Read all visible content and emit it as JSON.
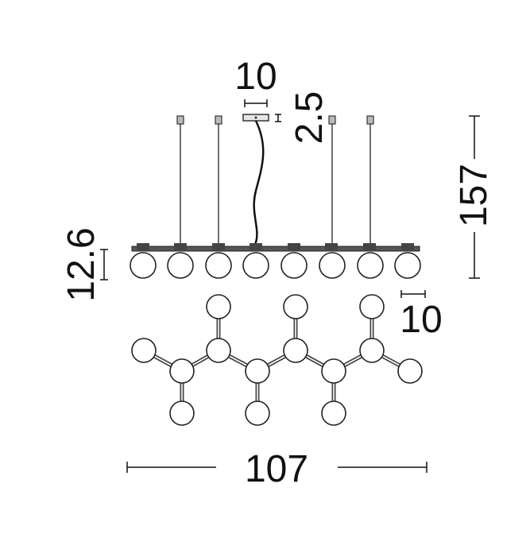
{
  "dimensions": {
    "canopy_width": "10",
    "canopy_height": "2.5",
    "total_height": "157",
    "globe_height": "12.6",
    "globe_width": "10",
    "total_length": "107"
  },
  "colors": {
    "line": "#111111",
    "globe_stroke": "#222222",
    "globe_fill": "#ffffff",
    "canopy": "#cccccc"
  }
}
